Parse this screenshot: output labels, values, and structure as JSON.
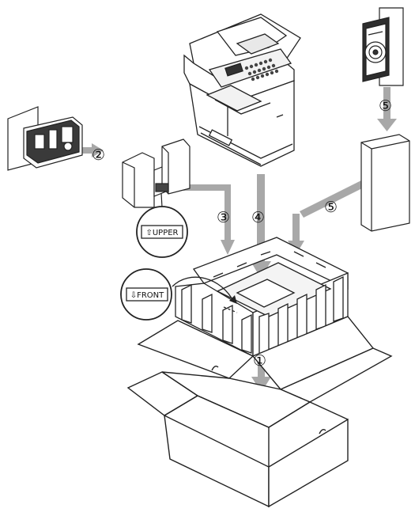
{
  "steps": {
    "one": "①",
    "two": "②",
    "three": "③",
    "four": "④",
    "five_top": "⑤",
    "five_mid": "⑤"
  },
  "labels": {
    "upper": "⇧UPPER",
    "front": "⇩FRONT"
  },
  "colors": {
    "arrow": "#a8a8a8",
    "line": "#222222",
    "fill": "#ffffff",
    "shade": "#d9d9d9",
    "dark": "#333333"
  }
}
